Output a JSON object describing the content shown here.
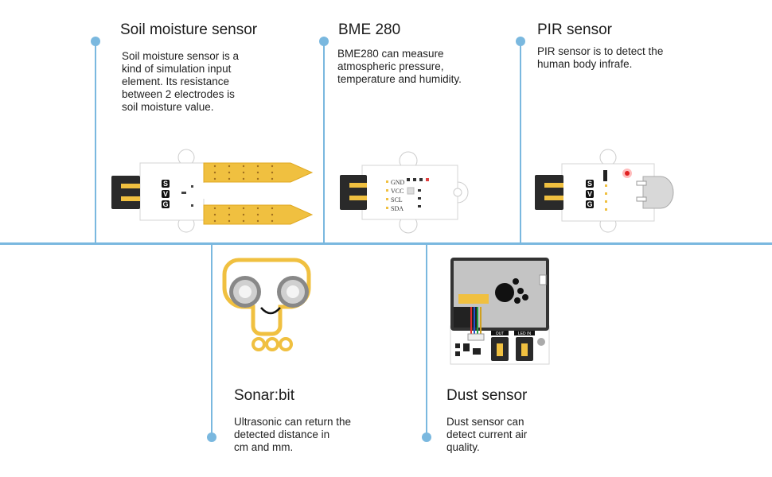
{
  "sensors": {
    "soil": {
      "title": "Soil moisture sensor",
      "lines": [
        "Soil moisture sensor is a",
        "kind of simulation input",
        "element. Its resistance",
        "between 2 electrodes is",
        "soil moisture value."
      ],
      "pins": [
        "S",
        "V",
        "G"
      ]
    },
    "bme": {
      "title": "BME 280",
      "lines": [
        "BME280 can measure",
        "atmospheric pressure,",
        "temperature and humidity."
      ],
      "pins": [
        "GND",
        "VCC",
        "SCL",
        "SDA"
      ]
    },
    "pir": {
      "title": "PIR sensor",
      "lines": [
        "PIR sensor is to detect the",
        "human body infrafe."
      ],
      "pins": [
        "S",
        "V",
        "G"
      ]
    },
    "sonar": {
      "title": "Sonar:bit",
      "lines": [
        "Ultrasonic can return the",
        "detected distance in",
        "cm and mm."
      ]
    },
    "dust": {
      "title": "Dust sensor",
      "lines": [
        "Dust sensor can",
        "detect current air",
        "quality."
      ],
      "labels": [
        "OUT",
        "LED IN"
      ]
    }
  },
  "colors": {
    "timeline": "#7ab8df",
    "board": "#ffffff",
    "gold": "#f0c040",
    "connector": "#2a2a2a"
  }
}
